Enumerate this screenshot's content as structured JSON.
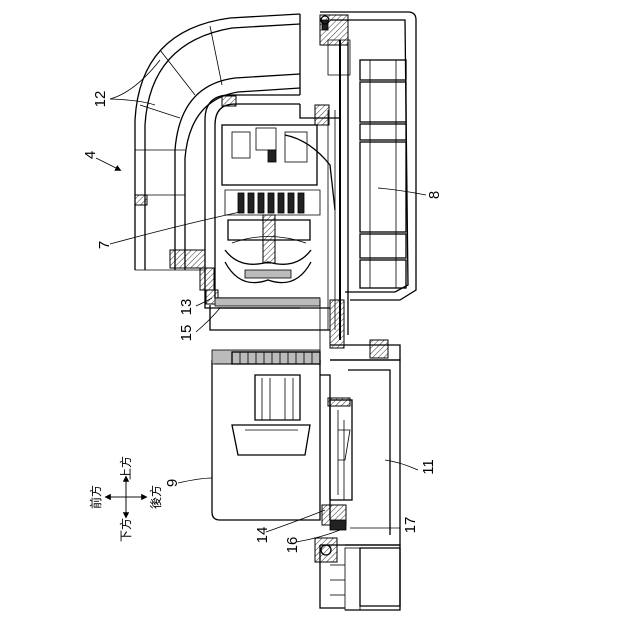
{
  "diagram": {
    "reference_numerals": {
      "n4": "4",
      "n7": "7",
      "n8": "8",
      "n9": "9",
      "n11": "11",
      "n12": "12",
      "n13": "13",
      "n14": "14",
      "n15": "15",
      "n16": "16",
      "n17": "17"
    },
    "direction_indicator": {
      "up": "上方",
      "down": "下方",
      "front": "前方",
      "rear": "後方"
    }
  }
}
